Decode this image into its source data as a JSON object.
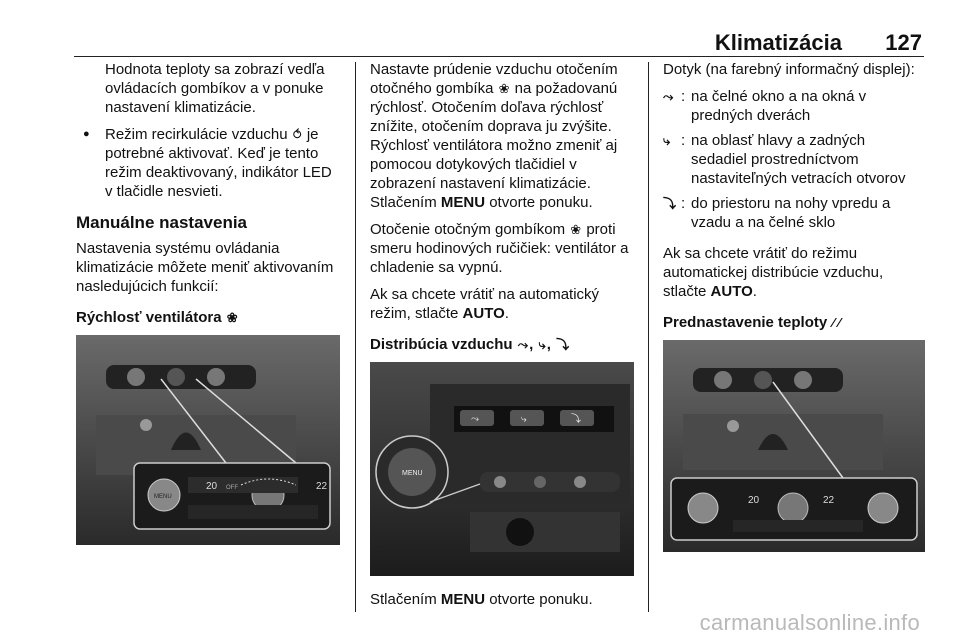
{
  "header": {
    "title": "Klimatizácia",
    "page_number": "127"
  },
  "col1": {
    "p1": "Hodnota teploty sa zobrazí vedľa ovládacích gombíkov a v ponuke nastavení klimatizácie.",
    "bullet_a": "Režim recirkulácie vzduchu",
    "bullet_b": "je potrebné aktivovať. Keď je tento režim deaktivovaný, indikátor LED v tlačidle nesvieti.",
    "heading": "Manuálne nastavenia",
    "p2": "Nastavenia systému ovládania klimatizácie môžete meniť aktivovaním nasledujúcich funkcií:",
    "sub": "Rýchlosť ventilátora",
    "display_left": "20",
    "display_right": "22",
    "display_off": "OFF",
    "knob_label": "MENU"
  },
  "col2": {
    "p1_a": "Nastavte prúdenie vzduchu otočením otočného gombíka",
    "p1_b": "na požadovanú rýchlosť. Otočením doľava rýchlosť znížite, otočením doprava ju zvýšite. Rýchlosť ventilátora možno zmeniť aj pomocou dotykových tlačidiel v zobrazení nastavení klimatizácie. Stlačením",
    "p1_menu": "MENU",
    "p1_c": "otvorte ponuku.",
    "p2_a": "Otočenie otočným gombíkom",
    "p2_b": "proti smeru hodinových ručičiek: ventilátor a chladenie sa vypnú.",
    "p3_a": "Ak sa chcete vrátiť na automatický režim, stlačte",
    "p3_auto": "AUTO",
    "sub": "Distribúcia vzduchu",
    "knob_label": "MENU",
    "caption_a": "Stlačením",
    "caption_menu": "MENU",
    "caption_b": "otvorte ponuku."
  },
  "col3": {
    "intro": "Dotyk (na farebný informačný displej):",
    "items": [
      {
        "text": "na čelné okno a na okná v predných dverách"
      },
      {
        "text": "na oblasť hlavy a zadných sedadiel prostredníctvom nastaviteľných vetracích otvorov"
      },
      {
        "text": "do priestoru na nohy vpredu a vzadu a na čelné sklo"
      }
    ],
    "sep": ":",
    "p2_a": "Ak sa chcete vrátiť do režimu automatickej distribúcie vzduchu, stlačte",
    "p2_auto": "AUTO",
    "sub": "Prednastavenie teploty",
    "display_left": "20",
    "display_right": "22"
  },
  "watermark": "carmanualsonline.info",
  "icons": {
    "fan": "fan-icon",
    "recirculation": "recirculation-icon",
    "windshield_air": "windshield-air-icon",
    "face_air": "face-air-icon",
    "foot_air": "foot-air-icon",
    "temp": "temperature-icon"
  }
}
